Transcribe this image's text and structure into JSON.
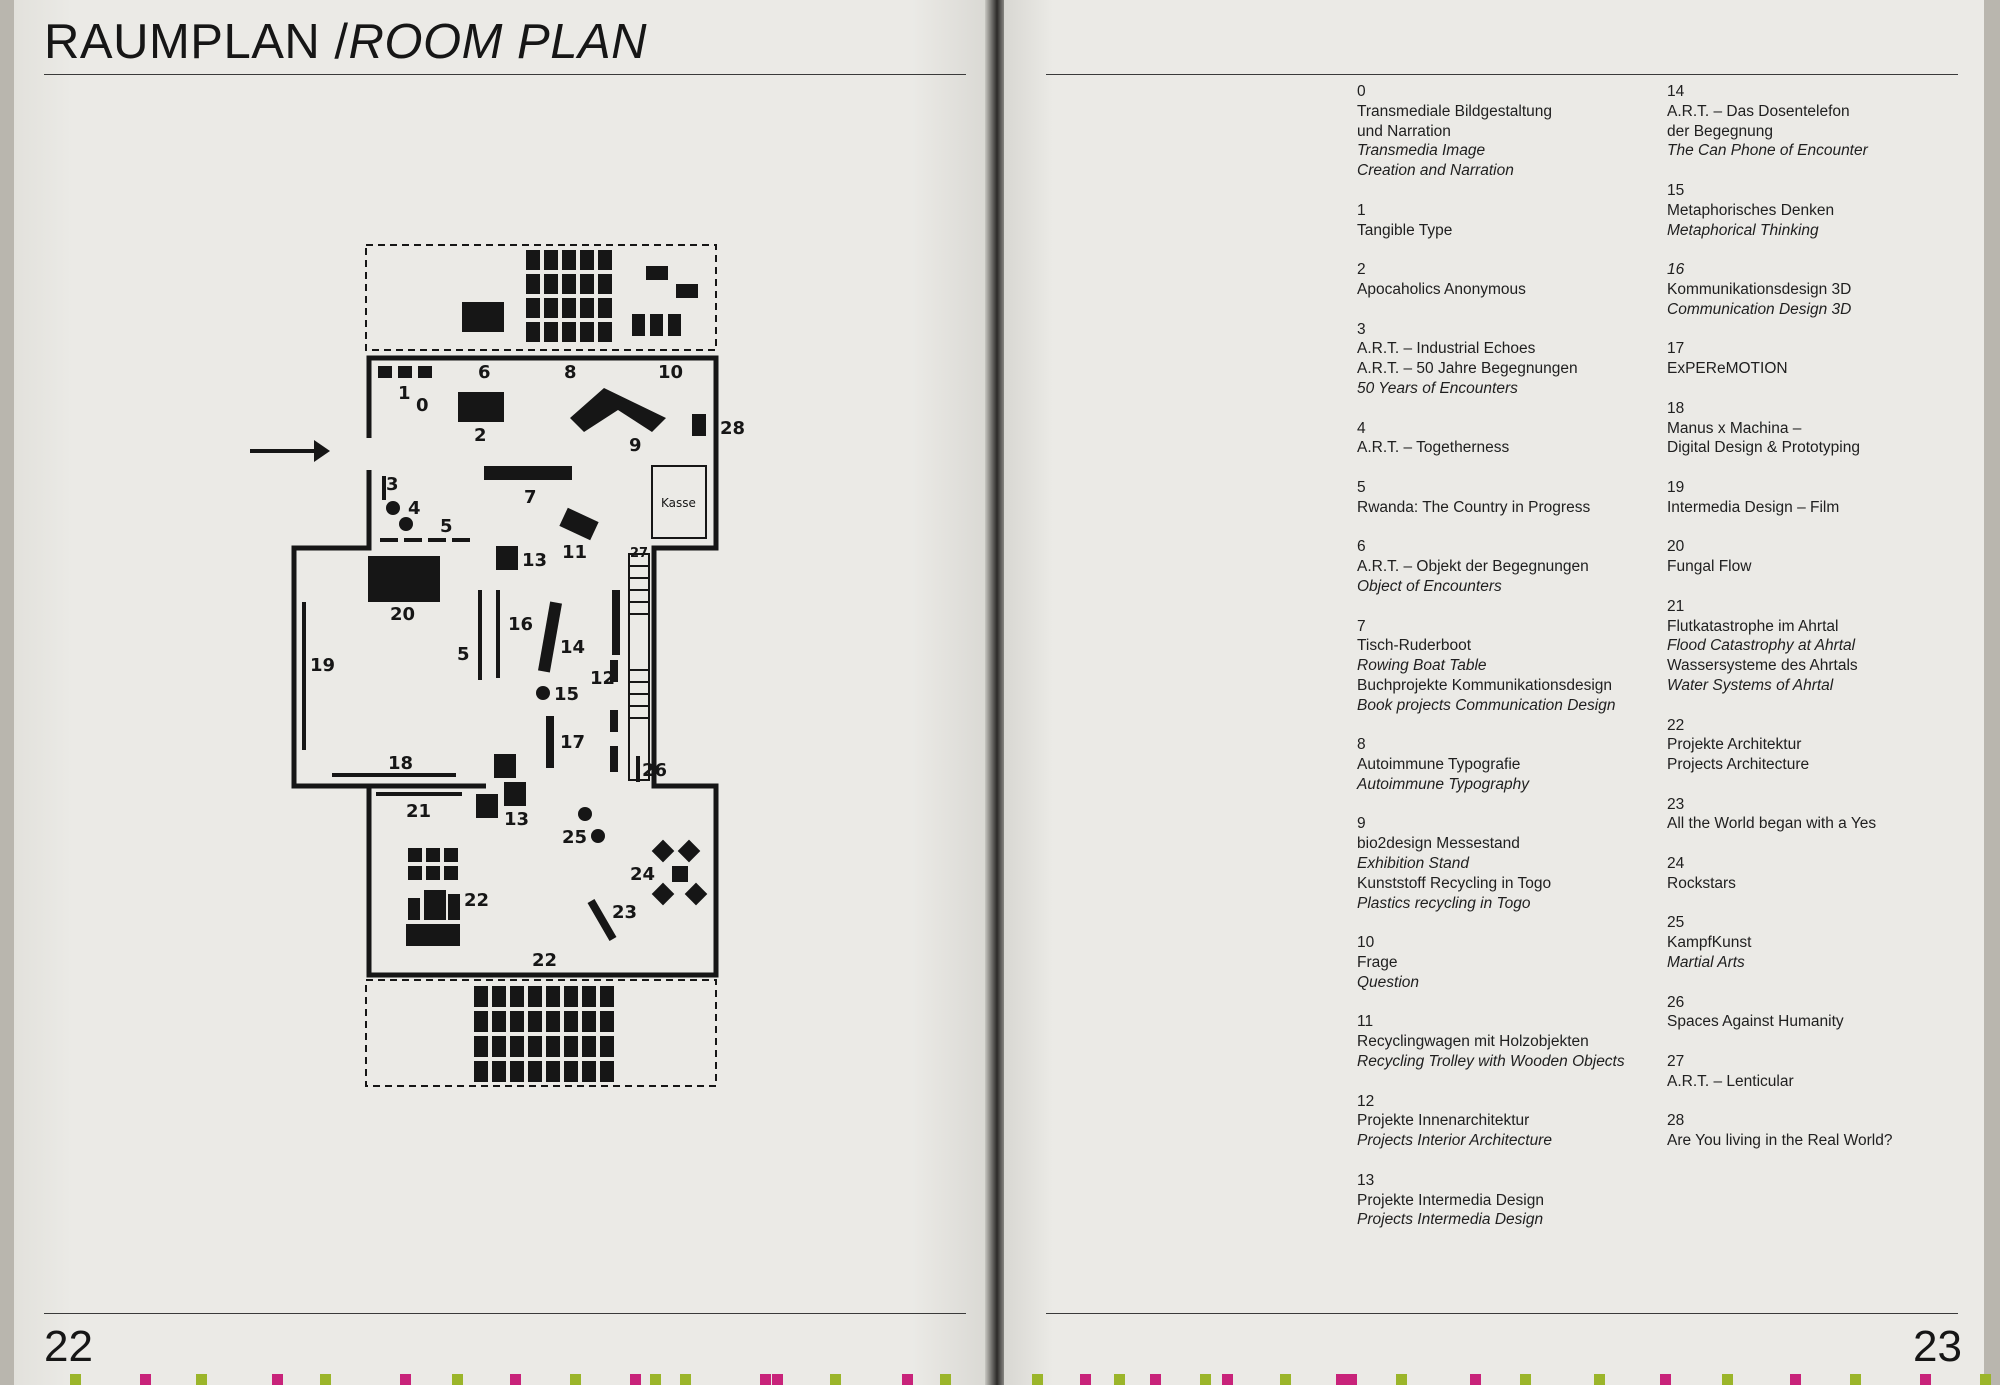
{
  "left_page": {
    "title": "RAUMPLAN /",
    "title_en": "ROOM PLAN",
    "page_number": "22"
  },
  "right_page": {
    "page_number": "23"
  },
  "floor_plan": {
    "booth_labels": [
      "0",
      "1",
      "2",
      "3",
      "4",
      "5",
      "5",
      "6",
      "7",
      "8",
      "9",
      "10",
      "11",
      "12",
      "13",
      "13",
      "14",
      "15",
      "16",
      "17",
      "18",
      "19",
      "20",
      "21",
      "22",
      "22",
      "23",
      "24",
      "25",
      "26",
      "27",
      "28"
    ],
    "cashier_label": "Kasse"
  },
  "legend": {
    "column_1": [
      {
        "number": "0",
        "lines": [
          {
            "text": "Transmediale Bildgestaltung",
            "italic": false
          },
          {
            "text": "und Narration",
            "italic": false
          },
          {
            "text": "Transmedia Image",
            "italic": true
          },
          {
            "text": "Creation and Narration",
            "italic": true
          }
        ]
      },
      {
        "number": "1",
        "lines": [
          {
            "text": "Tangible Type",
            "italic": false
          }
        ]
      },
      {
        "number": "2",
        "lines": [
          {
            "text": "Apocaholics Anonymous",
            "italic": false
          }
        ]
      },
      {
        "number": "3",
        "lines": [
          {
            "text": "A.R.T. – Industrial Echoes",
            "italic": false
          },
          {
            "text": "A.R.T. – 50 Jahre Begegnungen",
            "italic": false
          },
          {
            "text": "50 Years of Encounters",
            "italic": true
          }
        ]
      },
      {
        "number": "4",
        "lines": [
          {
            "text": "A.R.T. – Togetherness",
            "italic": false
          }
        ]
      },
      {
        "number": "5",
        "lines": [
          {
            "text": "Rwanda: The Country in Progress",
            "italic": false
          }
        ]
      },
      {
        "number": "6",
        "lines": [
          {
            "text": "A.R.T. – Objekt der Begegnungen",
            "italic": false
          },
          {
            "text": "Object of Encounters",
            "italic": true
          }
        ]
      },
      {
        "number": "7",
        "lines": [
          {
            "text": "Tisch-Ruderboot",
            "italic": false
          },
          {
            "text": "Rowing Boat Table",
            "italic": true
          },
          {
            "text": "Buchprojekte Kommunikationsdesign",
            "italic": false
          },
          {
            "text": "Book projects Communication Design",
            "italic": true
          }
        ]
      },
      {
        "number": "8",
        "lines": [
          {
            "text": "Autoimmune Typografie",
            "italic": false
          },
          {
            "text": "Autoimmune Typography",
            "italic": true
          }
        ]
      },
      {
        "number": "9",
        "lines": [
          {
            "text": "bio2design Messestand",
            "italic": false
          },
          {
            "text": "Exhibition Stand",
            "italic": true
          },
          {
            "text": "Kunststoff Recycling in Togo",
            "italic": false
          },
          {
            "text": "Plastics recycling in Togo",
            "italic": true
          }
        ]
      },
      {
        "number": "10",
        "lines": [
          {
            "text": "Frage",
            "italic": false
          },
          {
            "text": "Question",
            "italic": true
          }
        ]
      },
      {
        "number": "11",
        "lines": [
          {
            "text": "Recyclingwagen mit Holzobjekten",
            "italic": false
          },
          {
            "text": "Recycling Trolley with Wooden Objects",
            "italic": true
          }
        ]
      },
      {
        "number": "12",
        "lines": [
          {
            "text": "Projekte Innenarchitektur",
            "italic": false
          },
          {
            "text": "Projects Interior Architecture",
            "italic": true
          }
        ]
      },
      {
        "number": "13",
        "lines": [
          {
            "text": "Projekte Intermedia Design",
            "italic": false
          },
          {
            "text": "Projects Intermedia Design",
            "italic": true
          }
        ]
      }
    ],
    "column_2": [
      {
        "number": "14",
        "lines": [
          {
            "text": "A.R.T. – Das Dosentelefon",
            "italic": false
          },
          {
            "text": "der Begegnung",
            "italic": false
          },
          {
            "text": "The Can Phone of Encounter",
            "italic": true
          }
        ]
      },
      {
        "number": "15",
        "lines": [
          {
            "text": "Metaphorisches Denken",
            "italic": false
          },
          {
            "text": "Metaphorical Thinking",
            "italic": true
          }
        ]
      },
      {
        "number": "16",
        "number_italic": true,
        "lines": [
          {
            "text": "Kommunikationsdesign 3D",
            "italic": false
          },
          {
            "text": "Communication Design 3D",
            "italic": true
          }
        ]
      },
      {
        "number": "17",
        "lines": [
          {
            "text": "ExPEReMOTION",
            "italic": false
          }
        ]
      },
      {
        "number": "18",
        "lines": [
          {
            "text": "Manus x Machina –",
            "italic": false
          },
          {
            "text": "Digital Design & Prototyping",
            "italic": false
          }
        ]
      },
      {
        "number": "19",
        "lines": [
          {
            "text": "Intermedia Design – Film",
            "italic": false
          }
        ]
      },
      {
        "number": "20",
        "lines": [
          {
            "text": "Fungal Flow",
            "italic": false
          }
        ]
      },
      {
        "number": "21",
        "lines": [
          {
            "text": "Flutkatastrophe im Ahrtal",
            "italic": false
          },
          {
            "text": "Flood Catastrophy at Ahrtal",
            "italic": true
          },
          {
            "text": "Wassersysteme des Ahrtals",
            "italic": false
          },
          {
            "text": "Water Systems of Ahrtal",
            "italic": true
          }
        ]
      },
      {
        "number": "22",
        "lines": [
          {
            "text": "Projekte Architektur",
            "italic": false
          },
          {
            "text": "Projects Architecture",
            "italic": false
          }
        ]
      },
      {
        "number": "23",
        "lines": [
          {
            "text": "All the World began with a Yes",
            "italic": false
          }
        ]
      },
      {
        "number": "24",
        "lines": [
          {
            "text": "Rockstars",
            "italic": false
          }
        ]
      },
      {
        "number": "25",
        "lines": [
          {
            "text": "KampfKunst",
            "italic": false
          },
          {
            "text": "Martial Arts",
            "italic": true
          }
        ]
      },
      {
        "number": "26",
        "lines": [
          {
            "text": "Spaces Against Humanity",
            "italic": false
          }
        ]
      },
      {
        "number": "27",
        "lines": [
          {
            "text": "A.R.T. – Lenticular",
            "italic": false
          }
        ]
      },
      {
        "number": "28",
        "lines": [
          {
            "text": "Are You living in the Real World?",
            "italic": false
          }
        ]
      }
    ]
  },
  "colors": {
    "paper": "#ebeae6",
    "ink": "#161616",
    "strip_magenta": "#c8237a",
    "strip_green": "#9bb52a"
  }
}
